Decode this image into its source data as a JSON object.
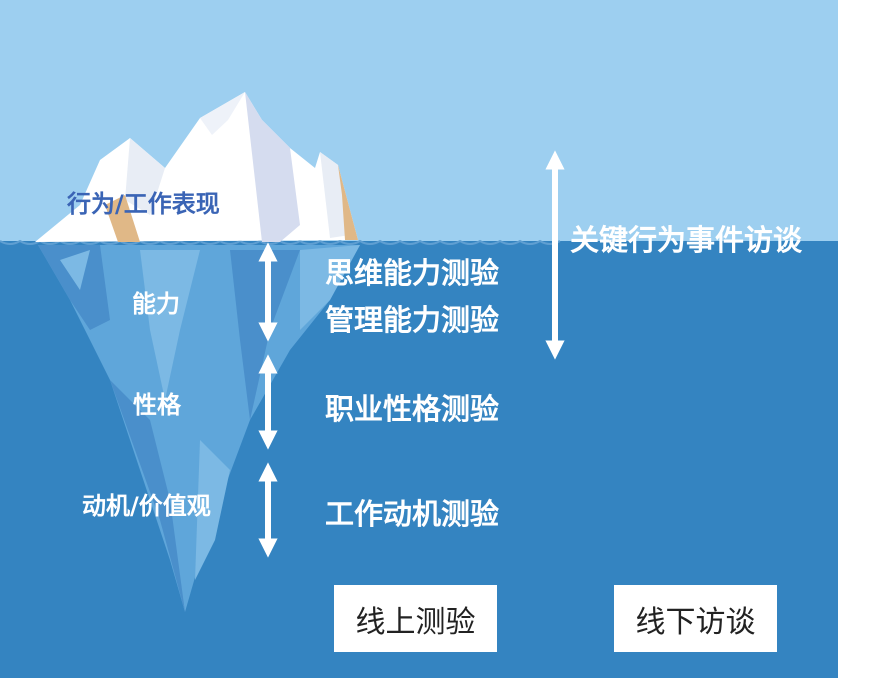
{
  "layers": {
    "behavior": "行为/工作表现",
    "ability": "能力",
    "personality": "性格",
    "motivation": "动机/价值观"
  },
  "assessments": {
    "interview": "关键行为事件访谈",
    "thinking_test": "思维能力测验",
    "management_test": "管理能力测验",
    "personality_test": "职业性格测验",
    "motivation_test": "工作动机测验"
  },
  "methods": {
    "online": "线上测验",
    "offline": "线下访谈"
  },
  "colors": {
    "sky": "#9dcff0",
    "sea": "#3484c1",
    "ice_white": "#ffffff",
    "ice_shadow": "#d5dcef",
    "ice_sand": "#e0b887",
    "underwater_ice": "#5fa6da",
    "behavior_label": "#3a64b5",
    "arrow": "#ffffff"
  }
}
